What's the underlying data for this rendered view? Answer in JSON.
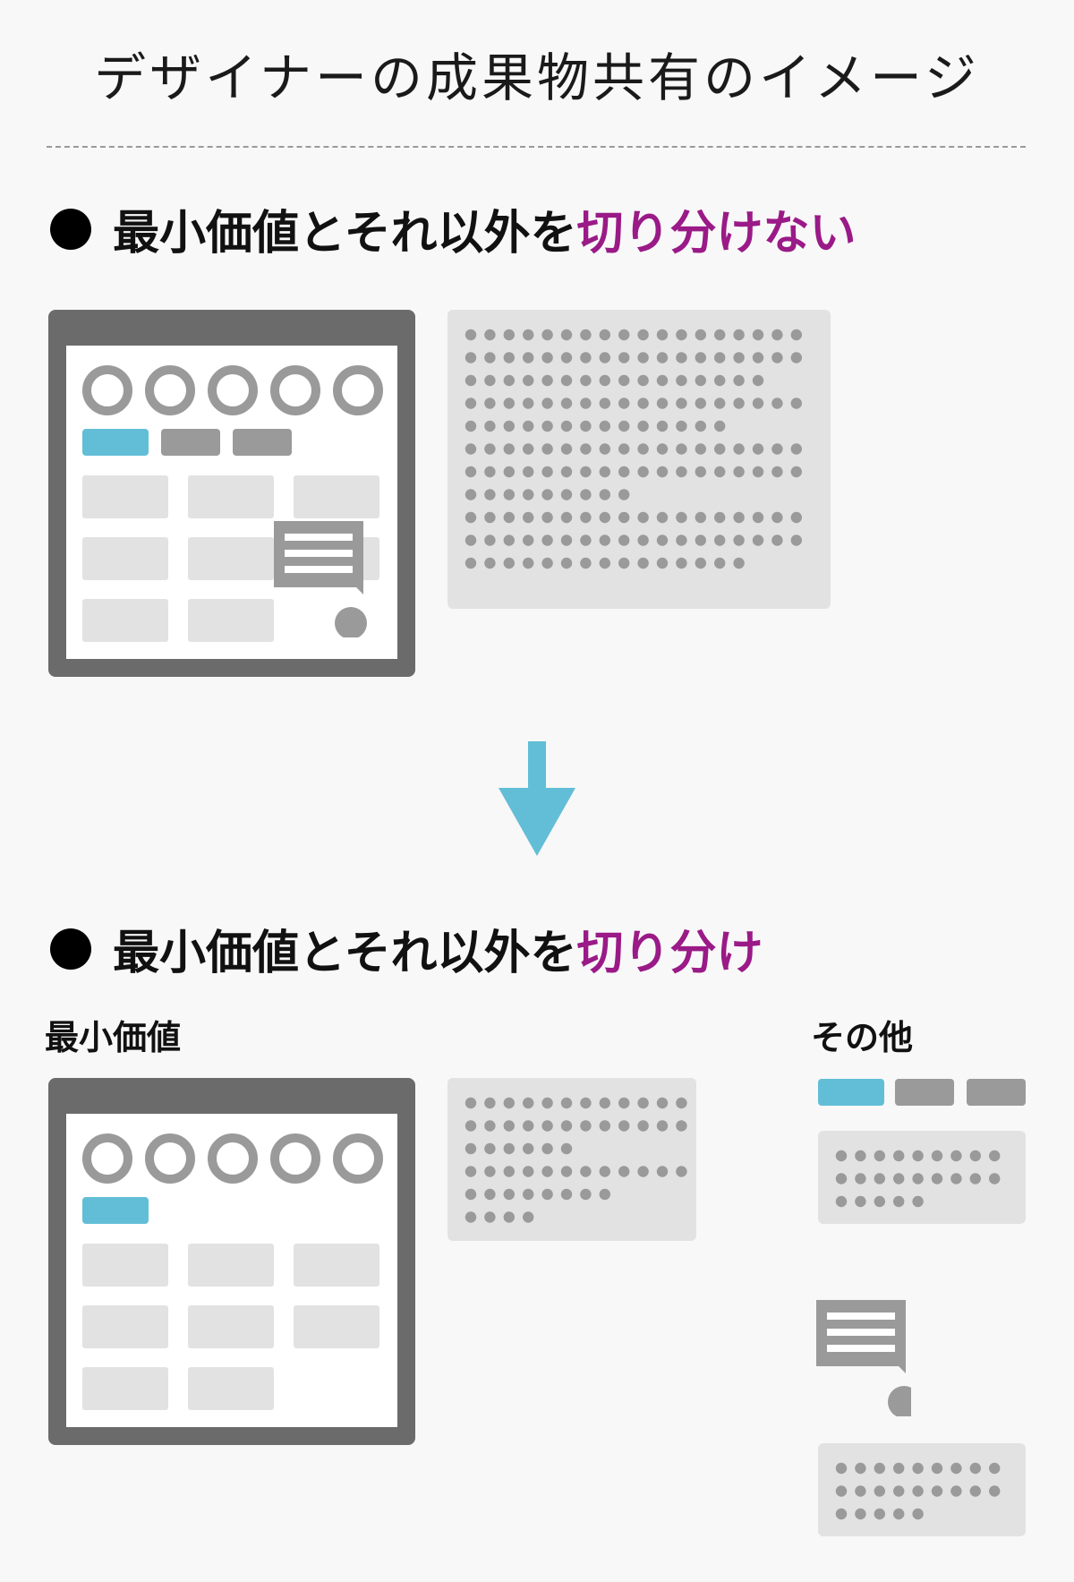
{
  "title": "デザイナーの成果物共有のイメージ",
  "section1": {
    "heading_prefix": "最小価値とそれ以外を",
    "heading_accent": "切り分けない"
  },
  "section2": {
    "heading_prefix": "最小価値とそれ以外を",
    "heading_accent": "切り分け",
    "label_mvp": "最小価値",
    "label_other": "その他"
  },
  "colors": {
    "accent_text": "#9a1a87",
    "arrow": "#62bed6",
    "tag_active": "#62bed6",
    "tag_inactive": "#9a9a9a",
    "window_frame": "#6b6b6b",
    "card": "#e2e2e2",
    "dot": "#9a9a9a"
  },
  "icons": [
    "down-arrow-icon",
    "comment-bubble-icon",
    "ring-icon"
  ]
}
